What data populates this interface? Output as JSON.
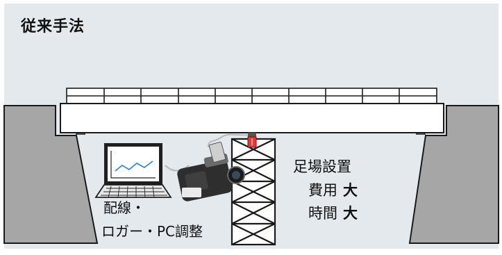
{
  "title": "従来手法",
  "labels": {
    "wiring": "配線・",
    "logger_pc": "ロガー・PC調整",
    "scaffold": "足場設置",
    "cost_label": "費用",
    "cost_value": "大",
    "time_label": "時間",
    "time_value": "大"
  },
  "colors": {
    "panel_bg": "#e4e9ee",
    "abutment": "#a6a6a6",
    "outline": "#1a1a1a",
    "sensor": "#e03a3a"
  },
  "icons": [
    "laptop-icon",
    "video-camera-icon",
    "sensor-icon"
  ]
}
